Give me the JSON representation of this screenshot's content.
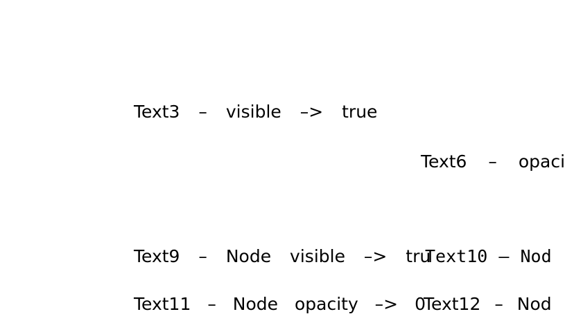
{
  "page": {
    "background_color": "#ffffff",
    "text_color": "#000000"
  },
  "labels": {
    "text3": {
      "content": "Text3 – visible –> true"
    },
    "text6": {
      "content": "Text6 – opaci"
    },
    "text9": {
      "content": "Text9 – Node visible –> tru"
    },
    "text10": {
      "content": "Text10 – Nod"
    },
    "text11": {
      "content": "Text11 – Node opacity –> 0"
    },
    "text12": {
      "content": "Text12 – Nod"
    }
  }
}
